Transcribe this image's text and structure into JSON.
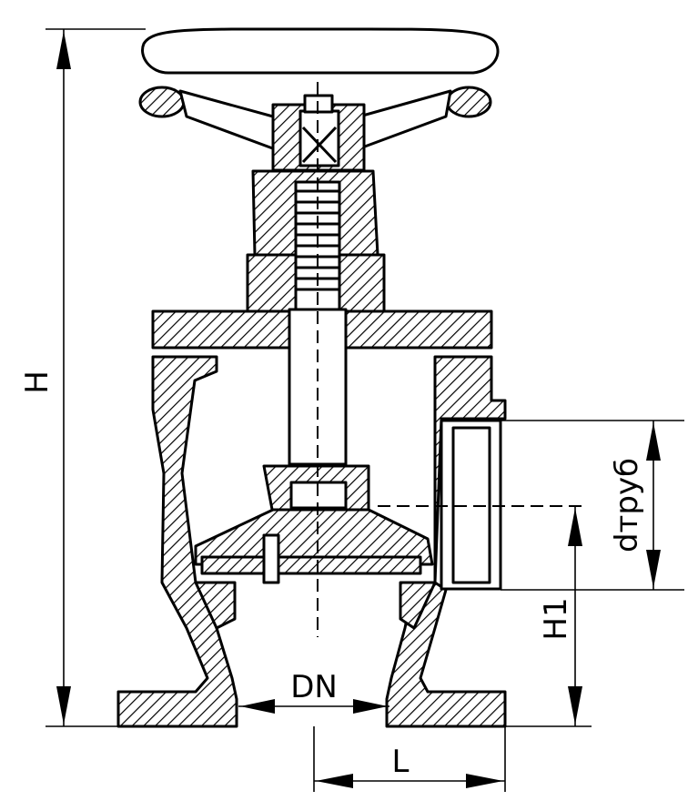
{
  "labels": {
    "height_total": "H",
    "height_outlet": "H1",
    "nominal_diameter": "DN",
    "length": "L",
    "pipe_diameter": "dтруб"
  }
}
